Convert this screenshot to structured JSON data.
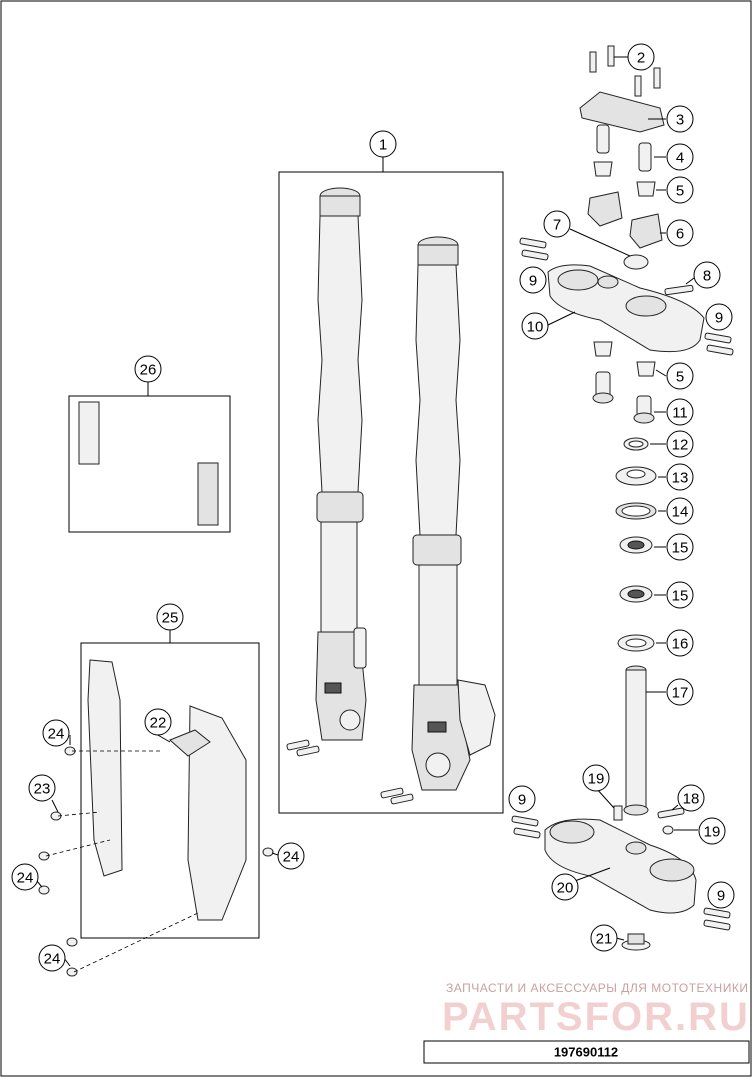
{
  "diagram": {
    "watermark_line1": "ЗАПЧАСТИ И АКСЕССУАРЫ ДЛЯ МОТОТЕХНИКИ",
    "watermark_line2": "PARTSFOR.RU",
    "reference_number": "197690112",
    "callouts": [
      {
        "id": "c1",
        "label": "1"
      },
      {
        "id": "c2",
        "label": "2"
      },
      {
        "id": "c3",
        "label": "3"
      },
      {
        "id": "c4",
        "label": "4"
      },
      {
        "id": "c5a",
        "label": "5"
      },
      {
        "id": "c6",
        "label": "6"
      },
      {
        "id": "c7",
        "label": "7"
      },
      {
        "id": "c8",
        "label": "8"
      },
      {
        "id": "c9a",
        "label": "9"
      },
      {
        "id": "c9b",
        "label": "9"
      },
      {
        "id": "c10",
        "label": "10"
      },
      {
        "id": "c5b",
        "label": "5"
      },
      {
        "id": "c11",
        "label": "11"
      },
      {
        "id": "c12",
        "label": "12"
      },
      {
        "id": "c13",
        "label": "13"
      },
      {
        "id": "c14",
        "label": "14"
      },
      {
        "id": "c15a",
        "label": "15"
      },
      {
        "id": "c15b",
        "label": "15"
      },
      {
        "id": "c16",
        "label": "16"
      },
      {
        "id": "c17",
        "label": "17"
      },
      {
        "id": "c19a",
        "label": "19"
      },
      {
        "id": "c18",
        "label": "18"
      },
      {
        "id": "c9c",
        "label": "9"
      },
      {
        "id": "c19b",
        "label": "19"
      },
      {
        "id": "c20",
        "label": "20"
      },
      {
        "id": "c9d",
        "label": "9"
      },
      {
        "id": "c21",
        "label": "21"
      },
      {
        "id": "c26",
        "label": "26"
      },
      {
        "id": "c25",
        "label": "25"
      },
      {
        "id": "c22",
        "label": "22"
      },
      {
        "id": "c24a",
        "label": "24"
      },
      {
        "id": "c23",
        "label": "23"
      },
      {
        "id": "c24b",
        "label": "24"
      },
      {
        "id": "c24c",
        "label": "24"
      },
      {
        "id": "c24d",
        "label": "24"
      }
    ]
  }
}
